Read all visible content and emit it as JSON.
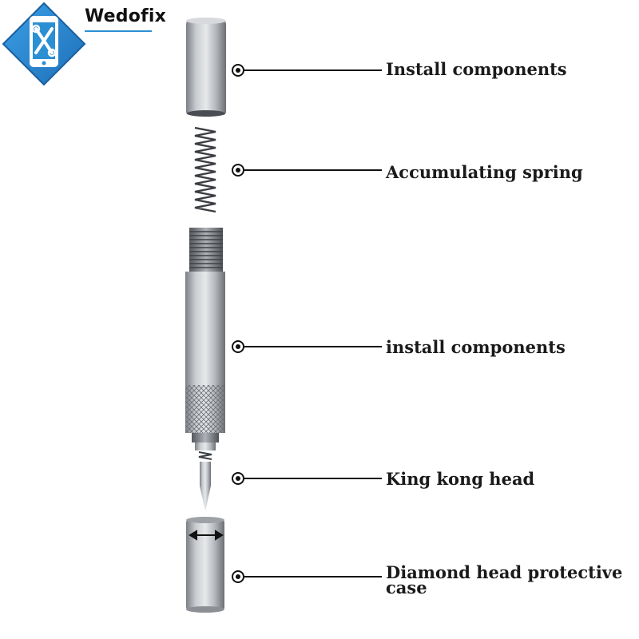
{
  "brand": {
    "name": "Wedofix",
    "accent_color": "#2b8fd4",
    "logo_icon": "phone-repair-icon"
  },
  "callouts": [
    {
      "label": "Install components"
    },
    {
      "label": "Accumulating spring"
    },
    {
      "label": "install components"
    },
    {
      "label": "King kong head"
    },
    {
      "label": "Diamond head protective case"
    }
  ],
  "colors": {
    "metal": "#b8bcc2",
    "metal_dark": "#6e7278",
    "text": "#1a1a1a"
  }
}
